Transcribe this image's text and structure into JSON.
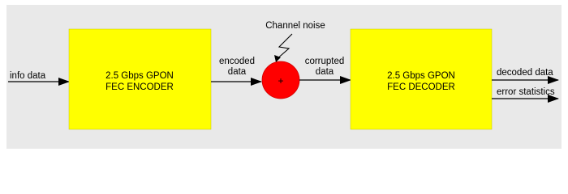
{
  "diagram": {
    "colors": {
      "background_panel": "#e9e9e9",
      "block_fill": "#ffff00",
      "adder_fill": "#ff0000",
      "line": "#000000"
    },
    "input_label": "info data",
    "encoder": {
      "line1": "2.5 Gbps GPON",
      "line2": "FEC ENCODER"
    },
    "encoded_label": {
      "line1": "encoded",
      "line2": "data"
    },
    "adder_symbol": "+",
    "noise_label": "Channel noise",
    "corrupted_label": {
      "line1": "corrupted",
      "line2": "data"
    },
    "decoder": {
      "line1": "2.5 Gbps GPON",
      "line2": "FEC DECODER"
    },
    "output_labels": {
      "decoded": "decoded data",
      "error_stats": "error statistics"
    }
  }
}
